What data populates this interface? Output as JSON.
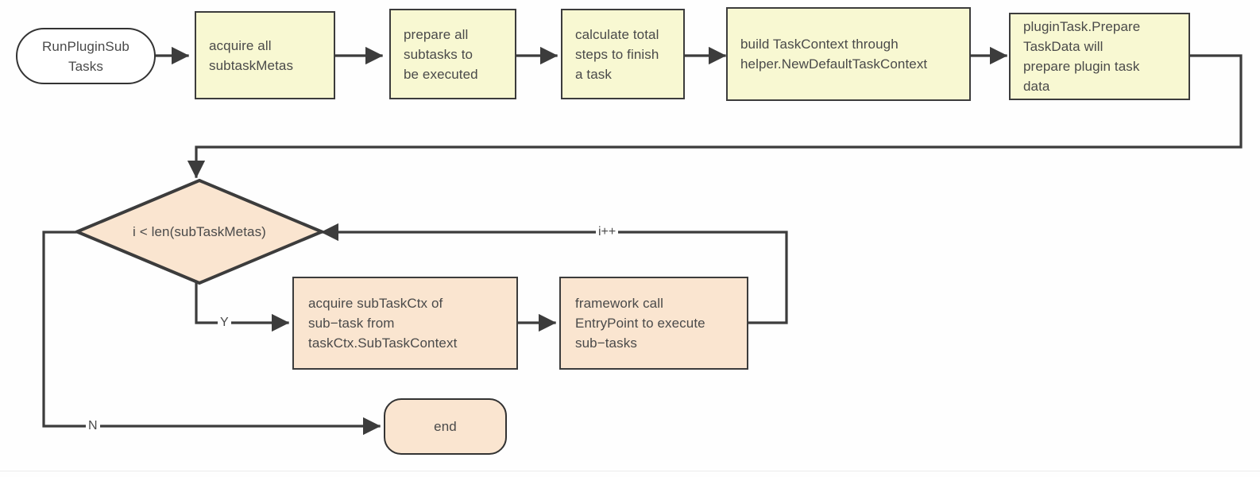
{
  "diagram": {
    "title": "RunPluginSubTasks flowchart",
    "colors": {
      "background": "#fefefe",
      "process_yellow_fill": "#f8f8d2",
      "process_peach_fill": "#fae5d0",
      "terminal_white_fill": "#ffffff",
      "stroke": "#3c3c3c",
      "text": "#4a4a4a",
      "rule": "#ececec"
    },
    "nodes": [
      {
        "id": "start",
        "shape": "stadium",
        "label": "RunPluginSub\nTasks"
      },
      {
        "id": "acquire",
        "shape": "rect",
        "label": "acquire all\nsubtaskMetas"
      },
      {
        "id": "prepare",
        "shape": "rect",
        "label": "prepare all\nsubtasks to\nbe executed"
      },
      {
        "id": "calculate",
        "shape": "rect",
        "label": "calculate total\nsteps to finish\na task"
      },
      {
        "id": "build",
        "shape": "rect",
        "label": "build TaskContext through\nhelper.NewDefaultTaskContext"
      },
      {
        "id": "preparedata",
        "shape": "rect",
        "label": "pluginTask.Prepare\nTaskData will\nprepare plugin task\ndata"
      },
      {
        "id": "loopcheck",
        "shape": "diamond",
        "label": "i < len(subTaskMetas)"
      },
      {
        "id": "subtaskctx",
        "shape": "rect",
        "label": "acquire subTaskCtx of\nsub−task from\ntaskCtx.SubTaskContext"
      },
      {
        "id": "entrypoint",
        "shape": "rect",
        "label": "framework call\nEntryPoint to execute\nsub−tasks"
      },
      {
        "id": "end",
        "shape": "stadium",
        "label": "end"
      }
    ],
    "edge_labels": {
      "yes": "Y",
      "no": "N",
      "increment": "i++"
    }
  }
}
